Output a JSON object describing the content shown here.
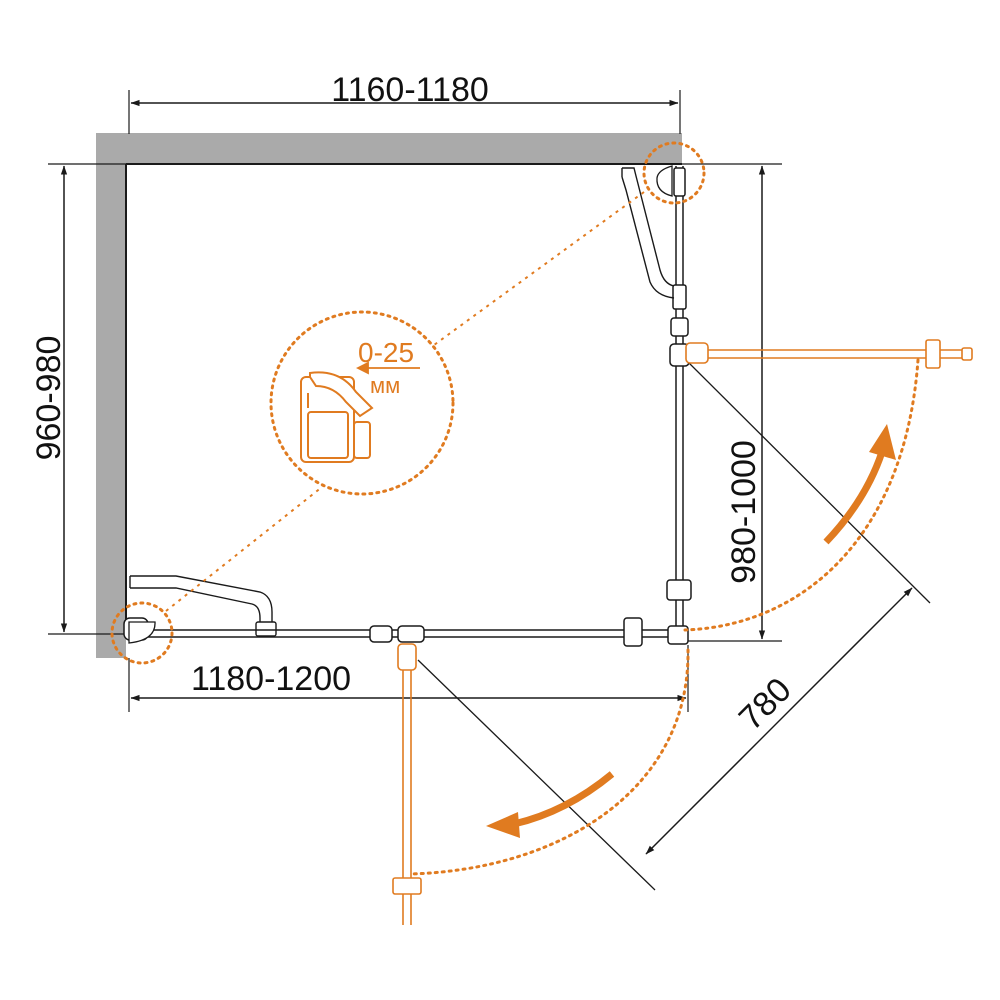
{
  "dimensions": {
    "top": "1160-1180",
    "bottom": "1180-1200",
    "left": "960-980",
    "right": "980-1000",
    "diagonal": "780"
  },
  "detail": {
    "gap": "0-25",
    "unit": "мм"
  },
  "colors": {
    "accent": "#e07b20",
    "wall": "#aaaaaa",
    "line": "#1a1a1a"
  }
}
